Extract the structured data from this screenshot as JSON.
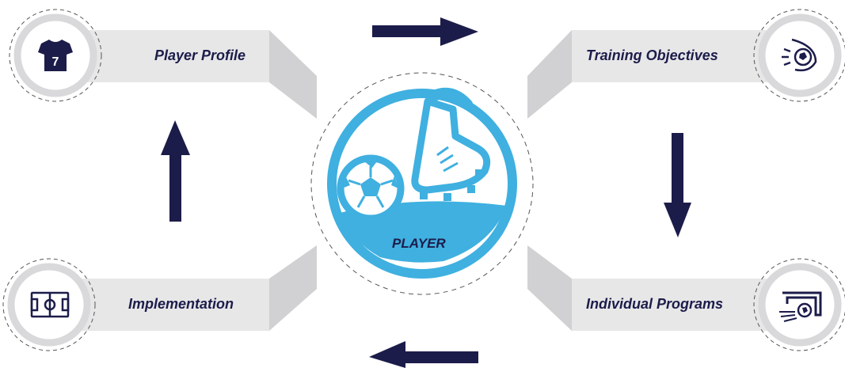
{
  "center": {
    "label": "PLAYER",
    "icon": "soccer-kick-icon",
    "color": "#3fb0e0"
  },
  "steps": [
    {
      "label": "Player Profile",
      "icon": "jersey-number-icon",
      "jersey_number": "7"
    },
    {
      "label": "Training Objectives",
      "icon": "ball-in-net-icon"
    },
    {
      "label": "Individual Programs",
      "icon": "goal-shot-icon"
    },
    {
      "label": "Implementation",
      "icon": "soccer-field-icon"
    }
  ],
  "colors": {
    "navy": "#1c1c4a",
    "panel": "#e7e7e8",
    "panel_shade": "#cfcfd1",
    "ring": "#d9d9db",
    "blue": "#3fb0e0"
  }
}
